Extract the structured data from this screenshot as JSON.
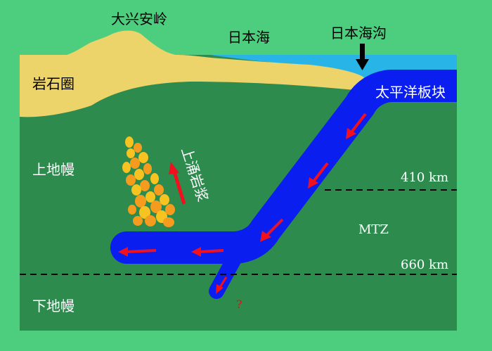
{
  "labels": {
    "daxinganling": "大兴安岭",
    "riben_hai": "日本海",
    "riben_haigou": "日本海沟",
    "yanshiquan": "岩石圈",
    "taipingyang_bankuai": "太平洋板块",
    "shang_diman": "上地幔",
    "xia_diman": "下地幔",
    "shangyong_yanjiang": "上涌岩浆",
    "depth_410": "410 km",
    "depth_660": "660 km",
    "mtz": "MTZ",
    "question": "?"
  },
  "colors": {
    "frame_green": "#4dce7e",
    "mantle_green": "#2e8b4e",
    "crust_tan": "#ecd36a",
    "sea_blue": "#29b4e8",
    "slab_blue": "#0a1ef0",
    "arrow_red": "#f0101e",
    "magma_orange": "#f59c1f",
    "magma_yellow": "#f7c320"
  },
  "icons": {
    "trench_marker": "down-arrow-icon",
    "flow_arrows": "red-arrow-icon",
    "magma_upwelling_arrow": "red-arrow-icon"
  }
}
